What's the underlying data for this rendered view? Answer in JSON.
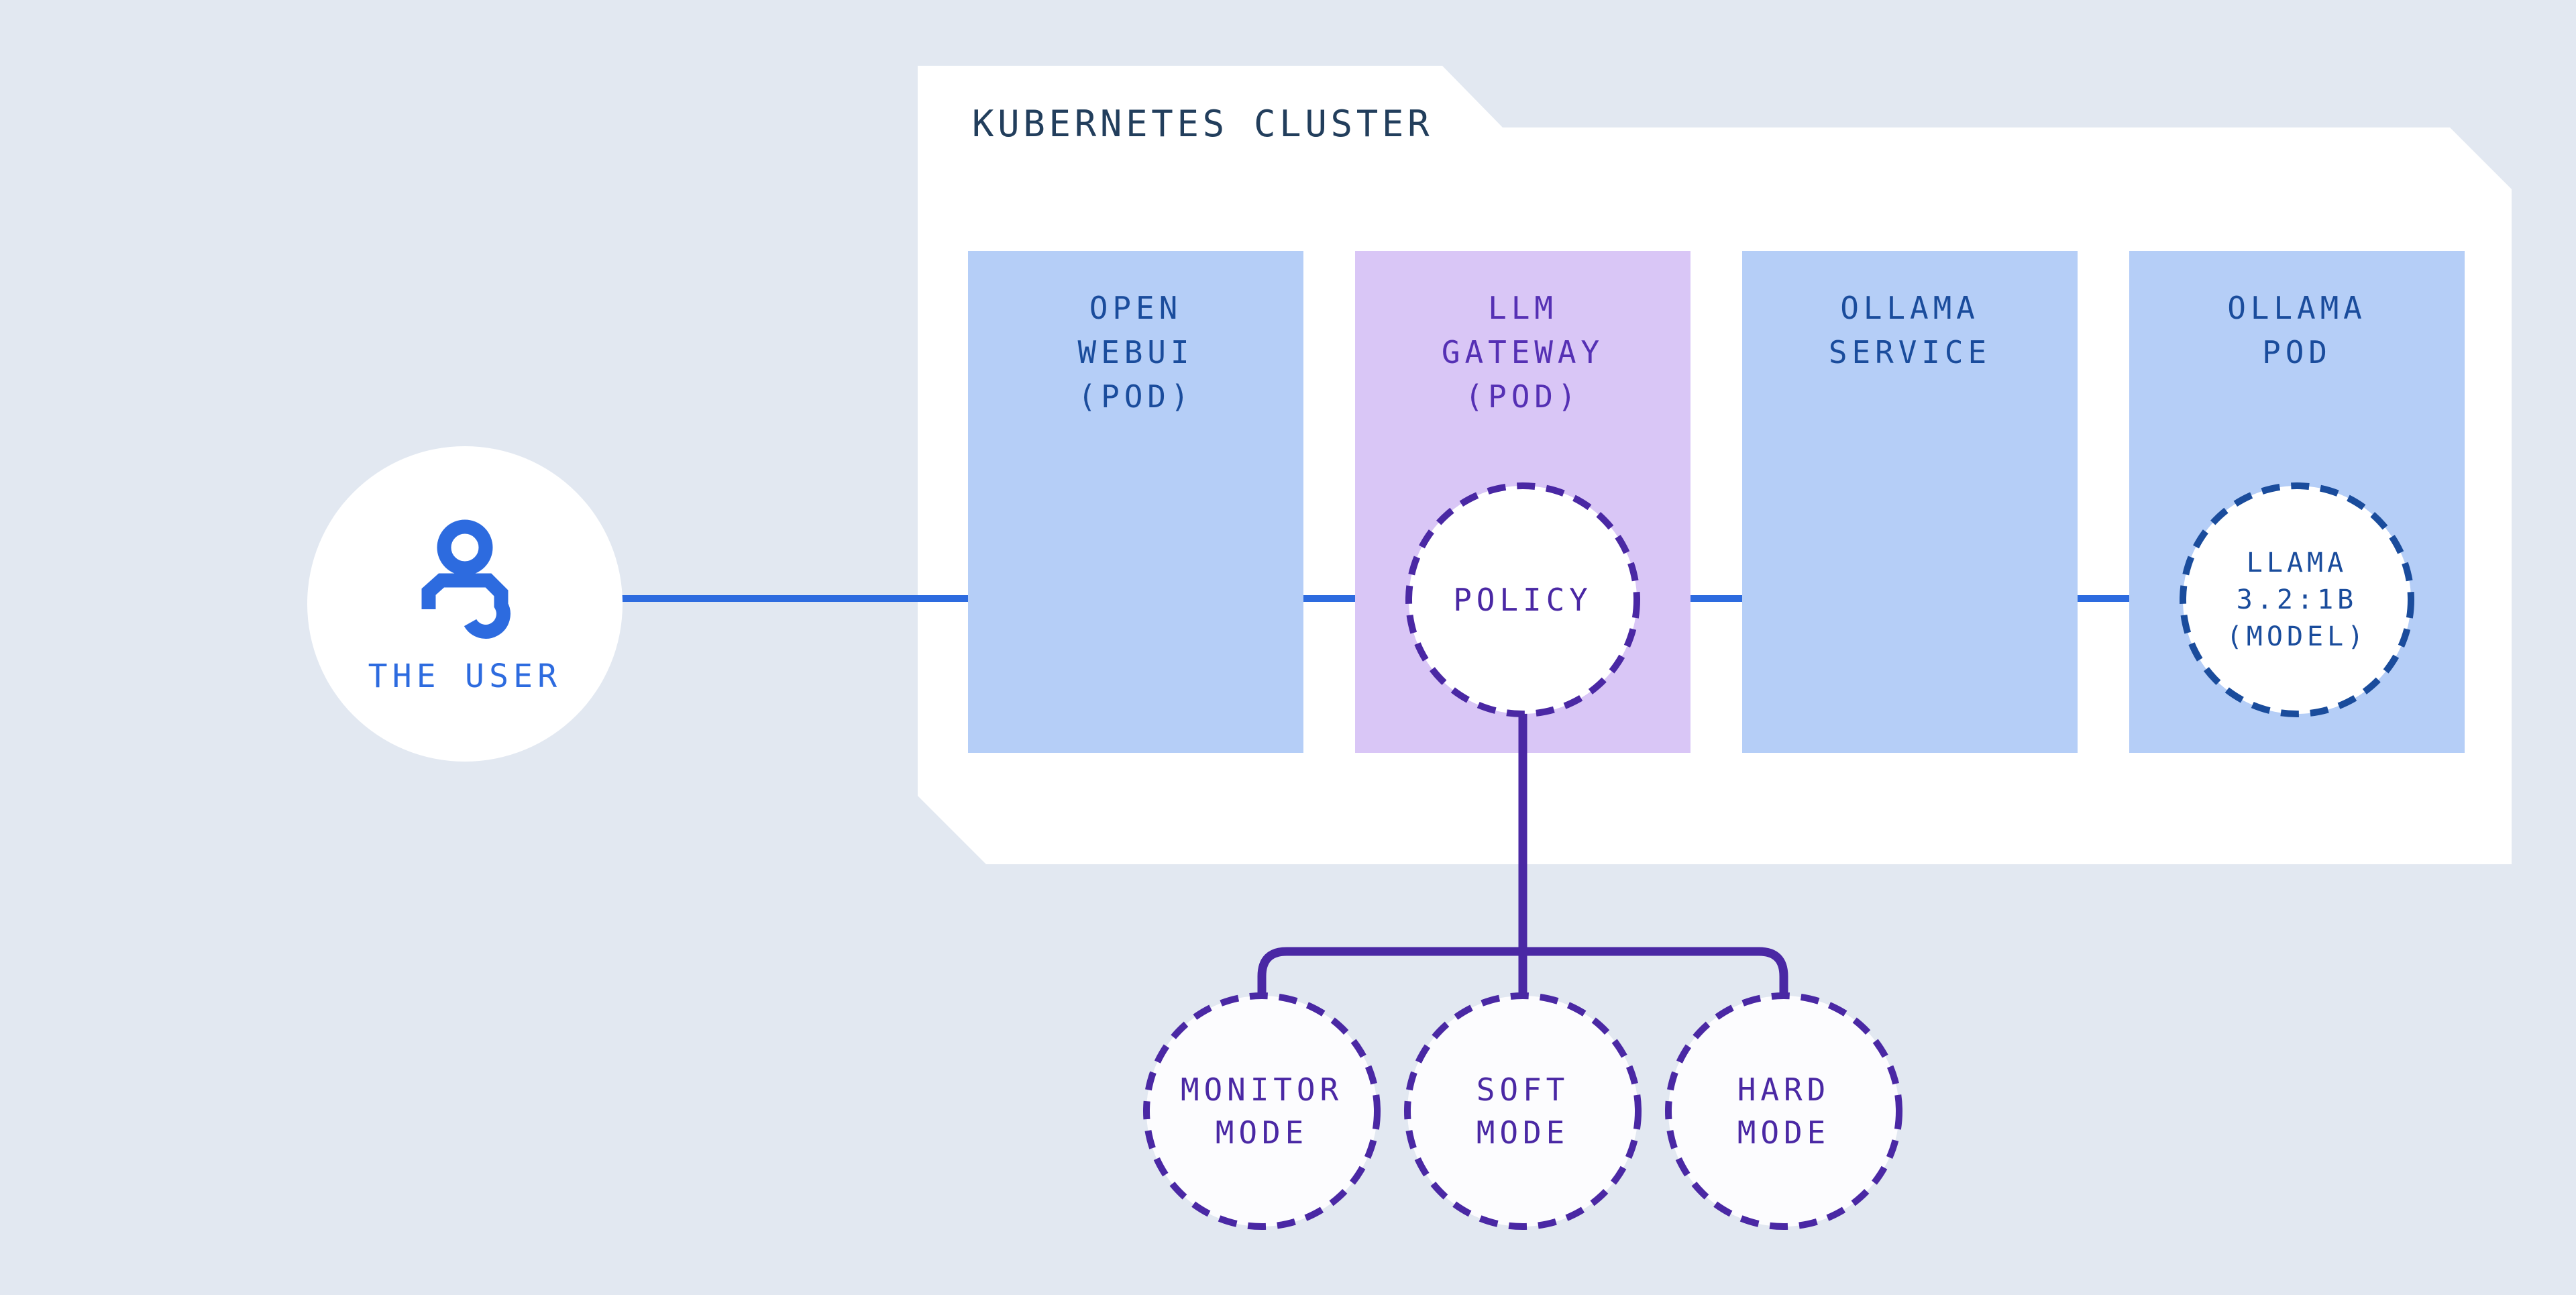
{
  "palette": {
    "page_background": "#E2E8F1",
    "cluster_background": "#FFFFFF",
    "node_blue_fill": "#B5CEF7",
    "node_purple_fill": "#D9C6F6",
    "navy_text": "#1A4C9C",
    "slate_title_text": "#223E5C",
    "gateway_purple_text": "#5530B4",
    "deep_purple_line": "#4A28A4",
    "royal_blue_line": "#2D6BDF",
    "circle_white_fill": "#FFFFFF",
    "mode_circle_fill": "#FCFCFE"
  },
  "user": {
    "label": "THE USER",
    "icon": "person-icon"
  },
  "cluster": {
    "title": "KUBERNETES CLUSTER",
    "boxes": [
      {
        "label": "OPEN\nWEBUI\n(POD)",
        "fill": "#B5CEF7"
      },
      {
        "label": "LLM\nGATEWAY\n(POD)",
        "fill": "#D9C6F6"
      },
      {
        "label": "OLLAMA\nSERVICE",
        "fill": "#B5CEF7"
      },
      {
        "label": "OLLAMA\nPOD",
        "fill": "#B5CEF7"
      }
    ],
    "policy": {
      "label": "POLICY"
    },
    "model": {
      "label": "LLAMA\n3.2:1B\n(MODEL)"
    }
  },
  "modes": [
    {
      "label": "MONITOR\nMODE"
    },
    {
      "label": "SOFT\nMODE"
    },
    {
      "label": "HARD\nMODE"
    }
  ]
}
